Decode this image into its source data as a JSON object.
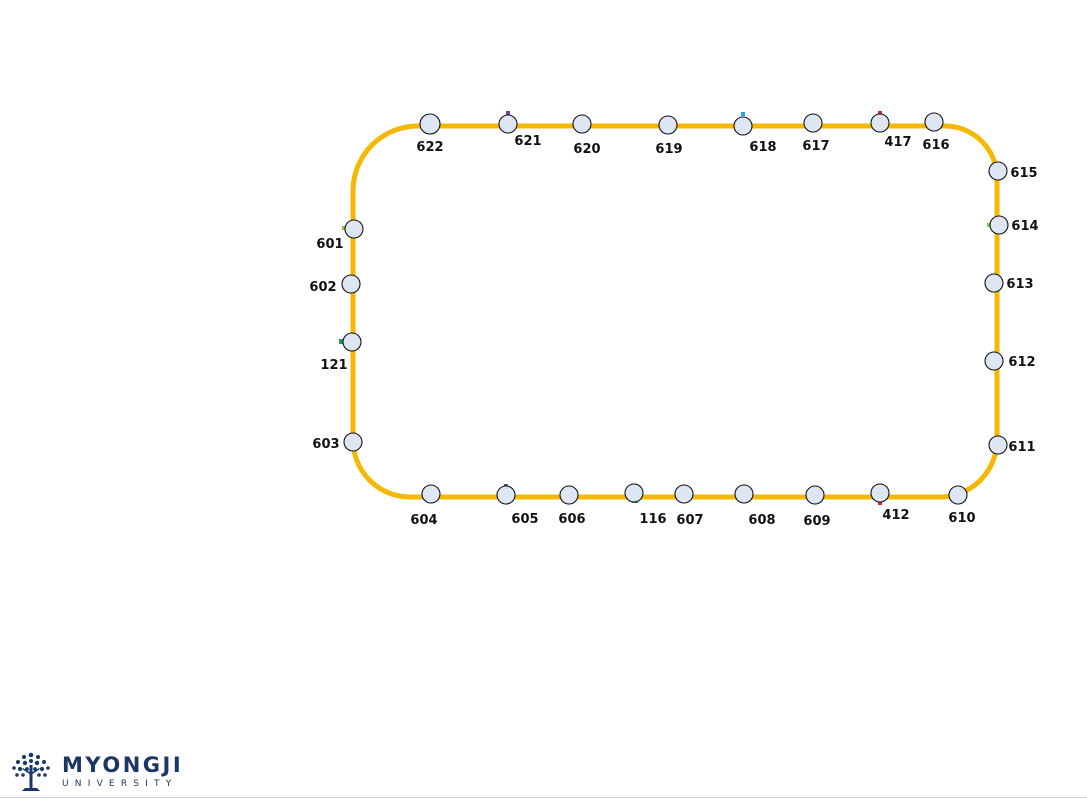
{
  "line": {
    "color": "#f5b800"
  },
  "stations": [
    {
      "id": "622"
    },
    {
      "id": "621"
    },
    {
      "id": "620"
    },
    {
      "id": "619"
    },
    {
      "id": "618"
    },
    {
      "id": "617"
    },
    {
      "id": "417"
    },
    {
      "id": "616"
    },
    {
      "id": "615"
    },
    {
      "id": "614"
    },
    {
      "id": "613"
    },
    {
      "id": "612"
    },
    {
      "id": "611"
    },
    {
      "id": "610"
    },
    {
      "id": "412"
    },
    {
      "id": "609"
    },
    {
      "id": "608"
    },
    {
      "id": "607"
    },
    {
      "id": "116"
    },
    {
      "id": "606"
    },
    {
      "id": "605"
    },
    {
      "id": "604"
    },
    {
      "id": "603"
    },
    {
      "id": "121"
    },
    {
      "id": "602"
    },
    {
      "id": "601"
    }
  ],
  "transfer_markers": [
    {
      "station": "621",
      "color": "#7b3fa0"
    },
    {
      "station": "618",
      "color": "#1ea7e1"
    },
    {
      "station": "417",
      "color": "#d62b1f"
    },
    {
      "station": "614",
      "color": "#8cc63f"
    },
    {
      "station": "601",
      "color": "#8cc63f"
    },
    {
      "station": "121",
      "color": "#1a9f4a"
    },
    {
      "station": "605",
      "color": "#7b3fa0"
    },
    {
      "station": "116",
      "color": "#1a9f4a"
    },
    {
      "station": "412",
      "color": "#d62b1f"
    }
  ],
  "logo": {
    "name": "MYONGJI",
    "subtitle": "UNIVERSITY",
    "color": "#1c3766"
  }
}
